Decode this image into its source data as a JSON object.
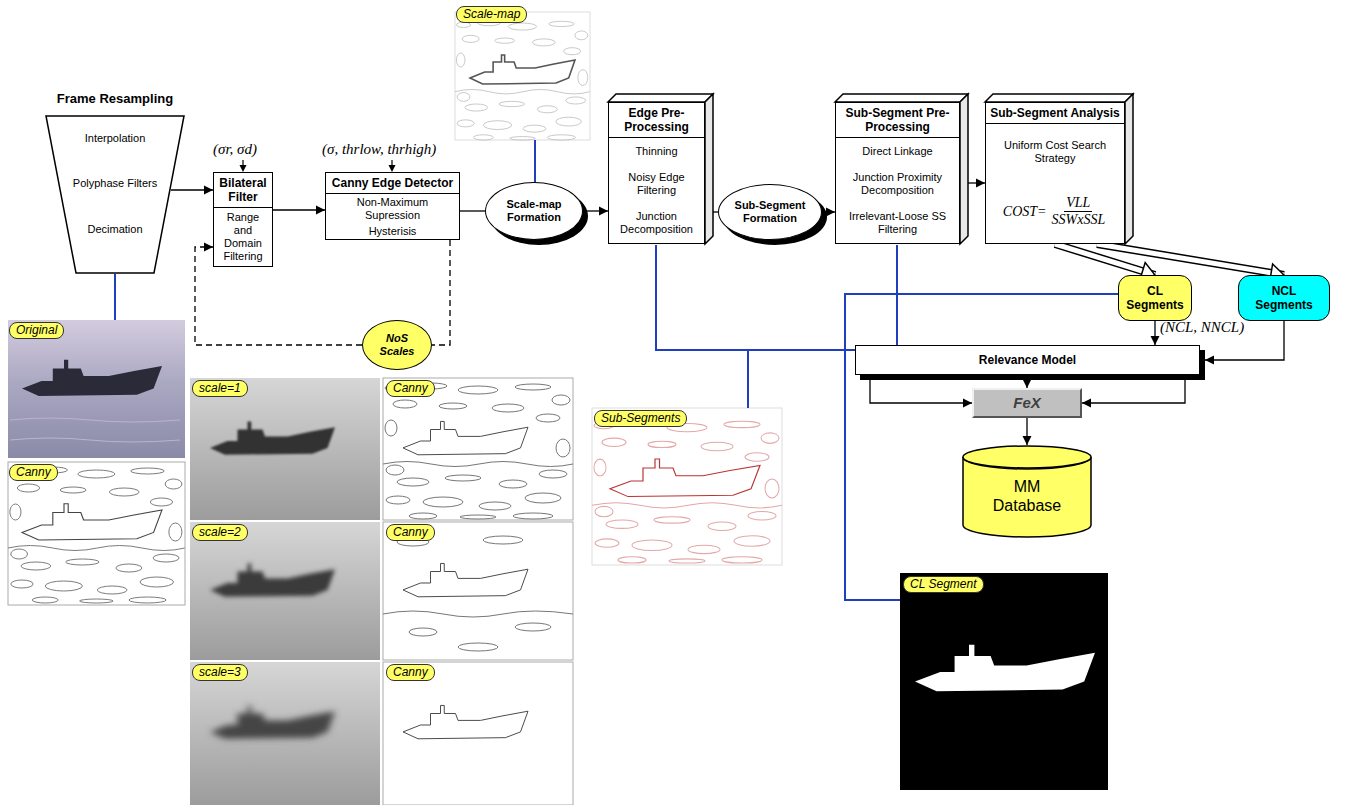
{
  "diagram": {
    "nodes": [
      {
        "text": [
          "Frame Resampling",
          "Interpolation",
          "Polyphase Filters",
          "Decimation"
        ]
      },
      {
        "text": [
          "Bilateral Filter",
          "Range and Domain Filtering"
        ]
      },
      {
        "text": [
          "Canny Edge Detector",
          "Non-Maximum Supression",
          "Hysterisis"
        ]
      },
      {
        "text": [
          "Scale-map Formation"
        ]
      },
      {
        "text": [
          "Edge Pre-Processing",
          "Thinning",
          "Noisy Edge Filtering",
          "Junction Decomposition"
        ]
      },
      {
        "text": [
          "Sub-Segment Formation"
        ]
      },
      {
        "text": [
          "Sub-Segment Pre-Processing",
          "Direct Linkage",
          "Junction Proximity Decomposition",
          "Irrelevant-Loose SS Filtering"
        ]
      },
      {
        "text": [
          "Sub-Segment Analysis",
          "Uniform Cost Search Strategy",
          "COST=",
          "VLL",
          "SSWxSSL"
        ]
      },
      {
        "text": [
          "CL Segments"
        ]
      },
      {
        "text": [
          "NCL Segments"
        ]
      },
      {
        "text": [
          "Relevance Model"
        ]
      },
      {
        "text": [
          "FeX"
        ]
      },
      {
        "text": [
          "MM Database"
        ]
      },
      {
        "text": [
          "NoS Scales"
        ]
      }
    ],
    "edges": [
      {
        "from": 0,
        "to": 1,
        "arrow": "to"
      },
      {
        "from": 1,
        "to": 2,
        "arrow": "to"
      },
      {
        "from": 2,
        "to": 3,
        "arrow": "none"
      },
      {
        "from": 3,
        "to": 4,
        "arrow": "to"
      },
      {
        "from": 4,
        "to": 5,
        "arrow": "none"
      },
      {
        "from": 5,
        "to": 6,
        "arrow": "to"
      },
      {
        "from": 6,
        "to": 7,
        "arrow": "to"
      },
      {
        "from": 7,
        "to": 8,
        "arrow": "to"
      },
      {
        "from": 7,
        "to": 9,
        "arrow": "to"
      },
      {
        "from": 8,
        "to": 10,
        "arrow": "to"
      },
      {
        "from": 9,
        "to": 10,
        "arrow": "to"
      },
      {
        "from": 10,
        "to": 11,
        "arrow": "to"
      },
      {
        "from": 11,
        "to": 12,
        "arrow": "to"
      },
      {
        "from": 2,
        "to": 13,
        "arrow": "none"
      },
      {
        "from": 13,
        "to": 1,
        "arrow": "to"
      }
    ],
    "labels": [
      "(σr, σd)",
      "(σ, thrlow, thrhigh)",
      "Scale-map",
      "Original",
      "Canny",
      "scale=1",
      "Canny",
      "scale=2",
      "Canny",
      "scale=3",
      "Canny",
      "Sub-Segments",
      "CL Segment",
      "(NCL, NNCL)"
    ]
  }
}
